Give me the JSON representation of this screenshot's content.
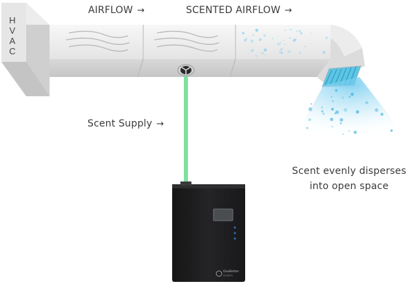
{
  "labels": {
    "hvac_letters": [
      "H",
      "V",
      "A",
      "C"
    ],
    "airflow": "AIRFLOW",
    "scented_airflow": "SCENTED AIRFLOW",
    "scent_supply": "Scent Supply",
    "disperse_line1": "Scent evenly disperses",
    "disperse_line2": "into open space",
    "arrow": "→"
  },
  "device": {
    "brand_line1": "OneBetter",
    "brand_line2": "SCENTS"
  },
  "colors": {
    "duct_light": "#f1f1f1",
    "duct_mid": "#e2e2e2",
    "duct_dark": "#c9c9c9",
    "duct_shadow": "#b4b4b4",
    "scent_tube": "#7fe0a0",
    "scent_mist": "#8fd3f2",
    "vent_blue": "#5cc6e6",
    "device_body": "#1e1e20",
    "device_top": "#2e2e30",
    "text": "#3a3a3a"
  },
  "icons": {
    "fan_nozzle": "fan-nozzle-icon",
    "control_buttons": "button-dots-icon"
  }
}
